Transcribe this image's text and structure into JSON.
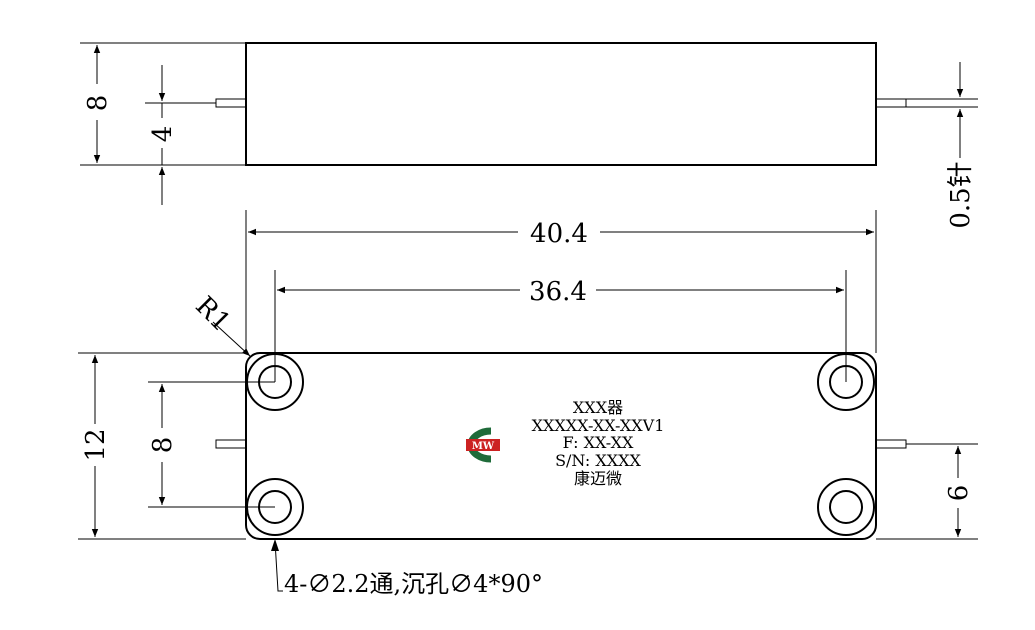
{
  "top_view": {
    "dim_height": "8",
    "dim_pin_offset": "4",
    "dim_pin": "0.5针"
  },
  "bottom_view": {
    "dim_length": "40.4",
    "dim_hole_spacing_x": "36.4",
    "dim_radius": "R1",
    "dim_width": "12",
    "dim_hole_spacing_y": "8",
    "dim_pin_offset": "6",
    "hole_note": "4-∅2.2通,沉孔∅4*90°"
  },
  "label": {
    "name": "XXX器",
    "model": "XXXXX-XX-XXV1",
    "freq": "F: XX-XX",
    "serial": "S/N: XXXX",
    "maker": "康迈微",
    "logo_text": "MW",
    "logo_color": "#cc2222",
    "logo_ring_color": "#1f6b3a"
  }
}
